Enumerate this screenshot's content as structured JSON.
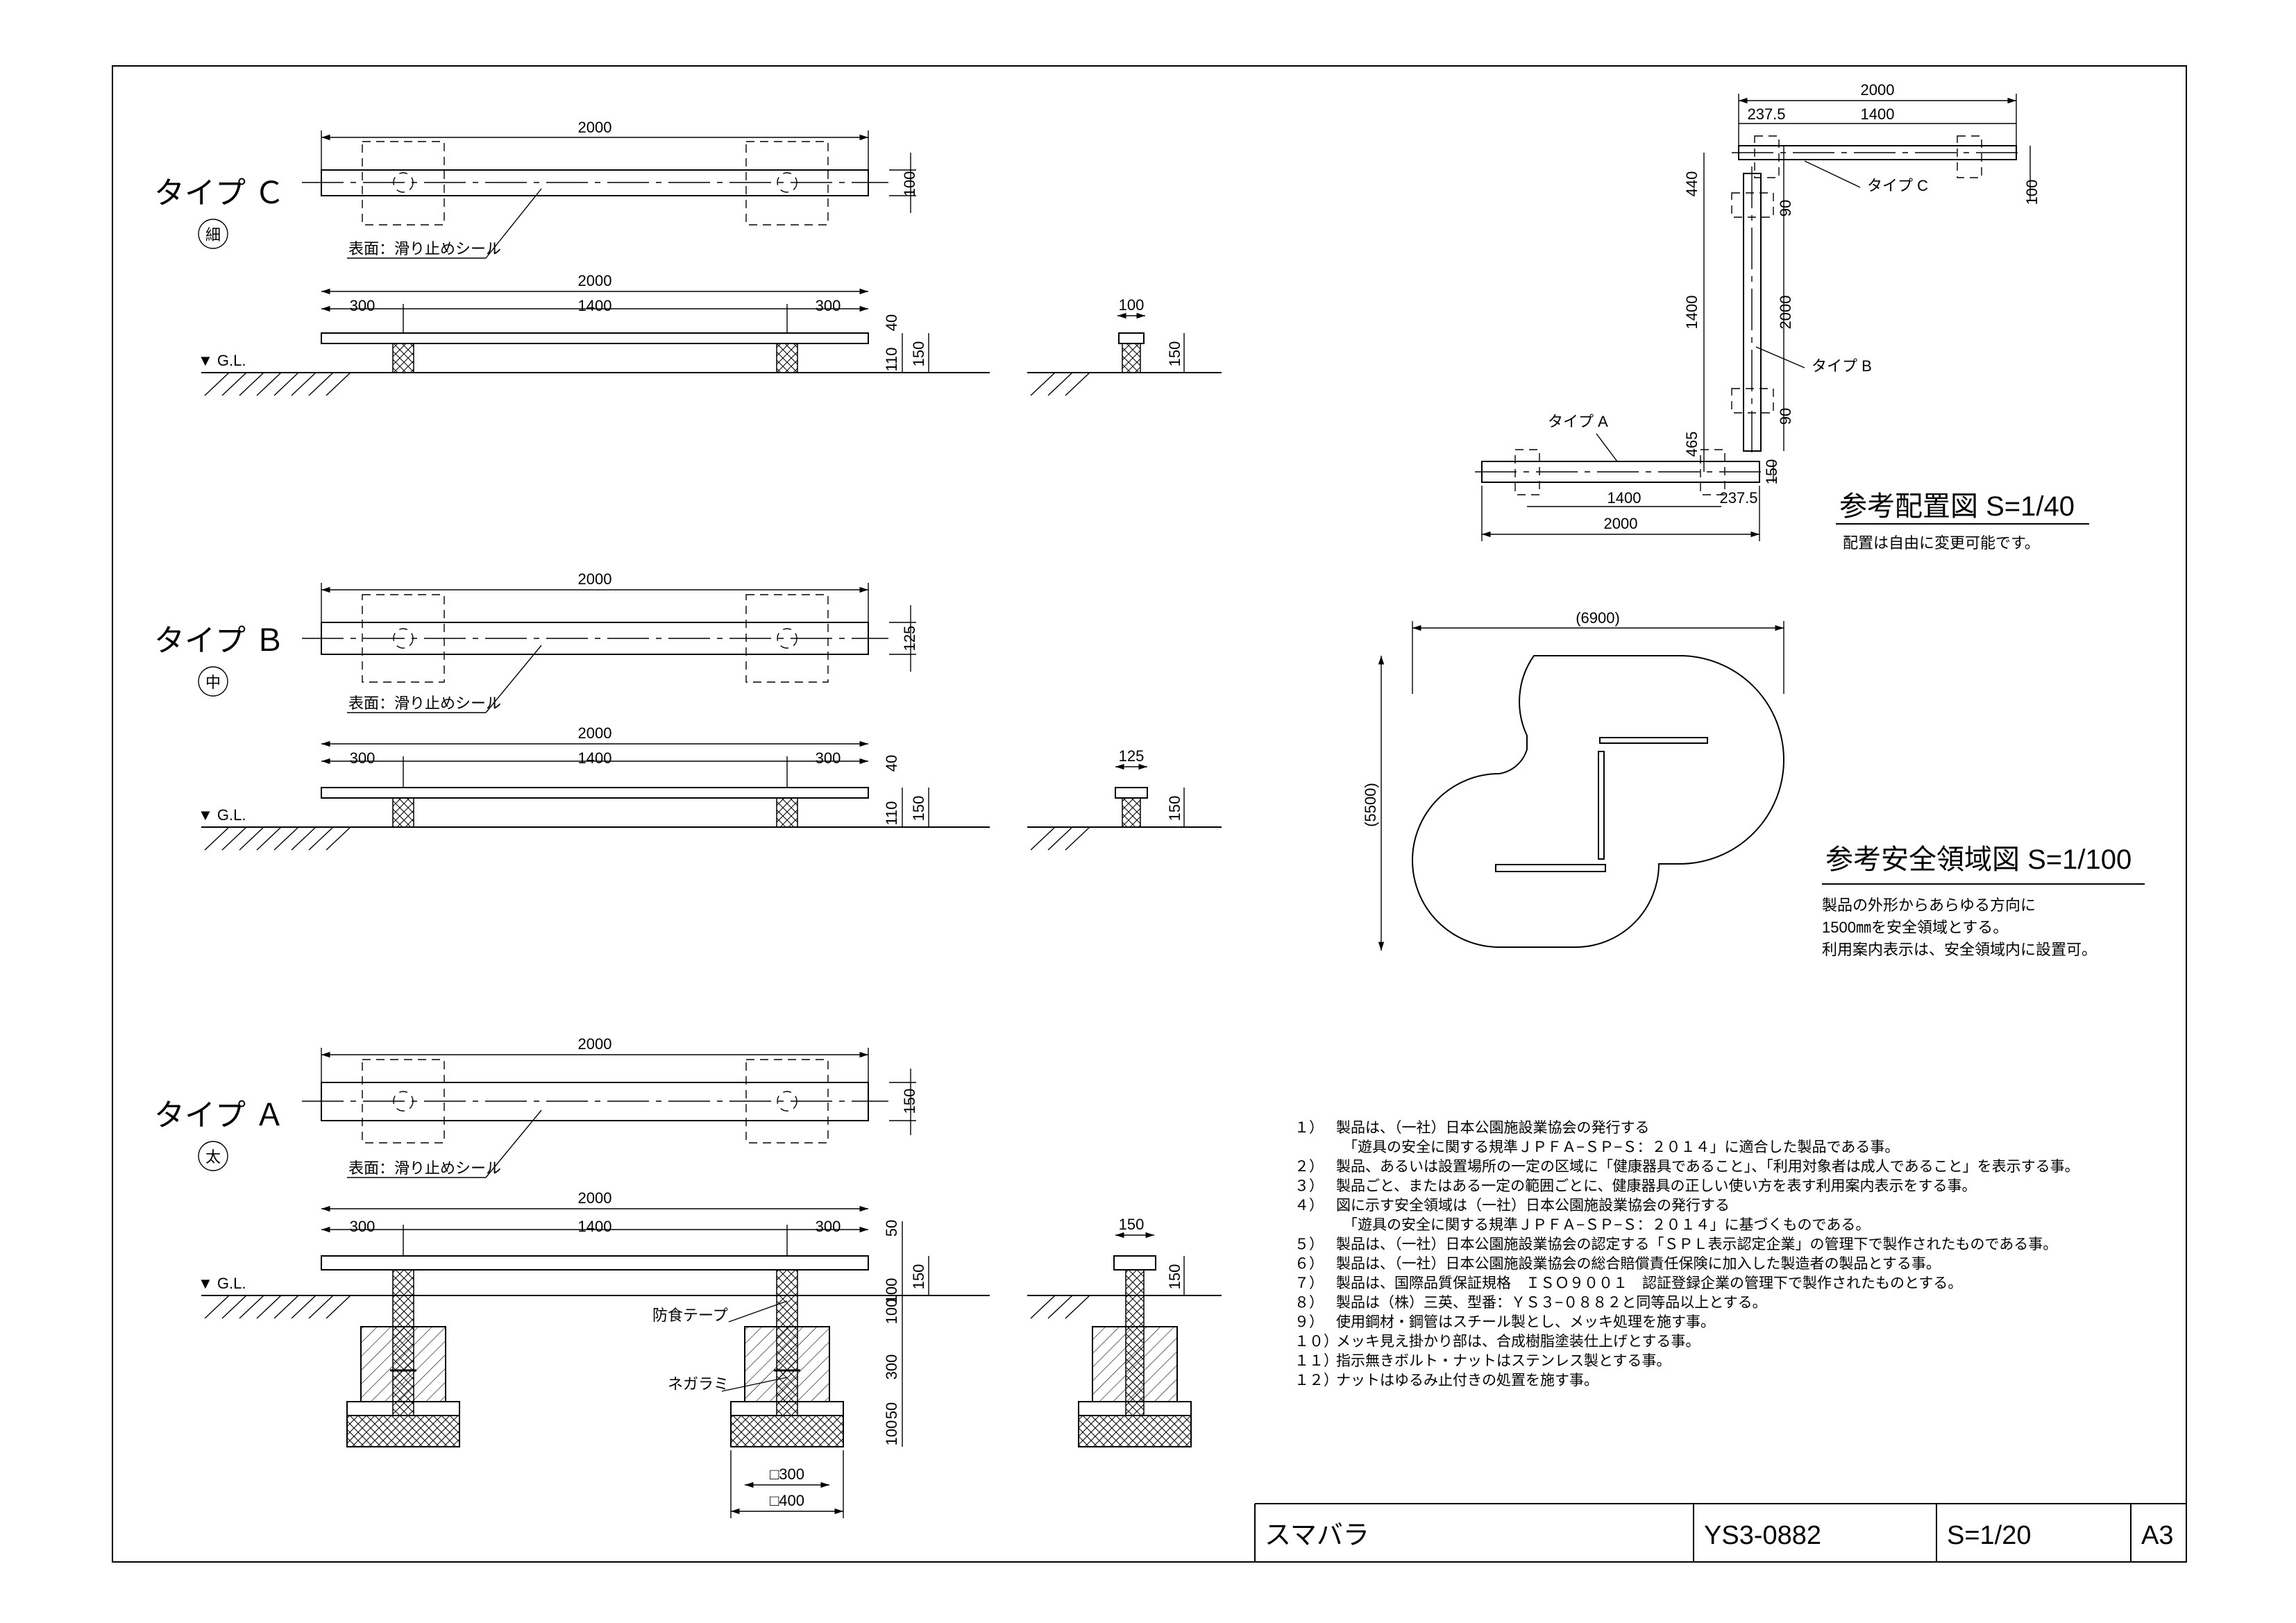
{
  "types": [
    {
      "key": "c",
      "label": "タイプ Ｃ",
      "size_mark": "細",
      "width": "100"
    },
    {
      "key": "b",
      "label": "タイプ Ｂ",
      "size_mark": "中",
      "width": "125"
    },
    {
      "key": "a",
      "label": "タイプ Ａ",
      "size_mark": "太",
      "width": "150"
    }
  ],
  "dims": {
    "overall": "2000",
    "span": "1400",
    "end": "300",
    "top_c": "40",
    "top_b": "40",
    "top_a": "50",
    "leg_c": "110",
    "leg_b": "110",
    "leg_a": "100",
    "height": "150",
    "fnd_300": "300",
    "fnd_50": "50",
    "fnd_100": "100",
    "sq300": "□300",
    "sq400": "□400"
  },
  "labels": {
    "surface": "表面：滑り止めシール",
    "gl": "▼ G.L.",
    "tape": "防食テープ",
    "negarami": "ネガラミ"
  },
  "layout_plan": {
    "title": "参考配置図 S=1/40",
    "subtitle": "配置は自由に変更可能です。",
    "d2000": "2000",
    "d1400": "1400",
    "d237": "237.5",
    "d100": "100",
    "d90": "90",
    "d440": "440",
    "d465": "465",
    "d150": "150",
    "type_c": "タイプ C",
    "type_b": "タイプ B",
    "type_a": "タイプ A"
  },
  "safety": {
    "title": "参考安全領域図 S=1/100",
    "width": "(6900)",
    "height": "(5500)",
    "lines": [
      "製品の外形からあらゆる方向に",
      "1500㎜を安全領域とする。",
      "利用案内表示は、安全領域内に設置可。"
    ]
  },
  "notes": [
    {
      "num": "１）",
      "text": "製品は、（一社）日本公園施設業協会の発行する"
    },
    {
      "num": "",
      "text": "「遊具の安全に関する規準ＪＰＦＡ−ＳＰ−Ｓ：２０１４」に適合した製品である事。"
    },
    {
      "num": "２）",
      "text": "製品、あるいは設置場所の一定の区域に「健康器具であること」、「利用対象者は成人であること」を表示する事。"
    },
    {
      "num": "３）",
      "text": "製品ごと、またはある一定の範囲ごとに、健康器具の正しい使い方を表す利用案内表示をする事。"
    },
    {
      "num": "４）",
      "text": "図に示す安全領域は（一社）日本公園施設業協会の発行する"
    },
    {
      "num": "",
      "text": "「遊具の安全に関する規準ＪＰＦＡ−ＳＰ−Ｓ：２０１４」に基づくものである。"
    },
    {
      "num": "５）",
      "text": "製品は、（一社）日本公園施設業協会の認定する「ＳＰＬ表示認定企業」の管理下で製作されたものである事。"
    },
    {
      "num": "６）",
      "text": "製品は、（一社）日本公園施設業協会の総合賠償責任保険に加入した製造者の製品とする事。"
    },
    {
      "num": "７）",
      "text": "製品は、国際品質保証規格　ＩＳＯ９００１　認証登録企業の管理下で製作されたものとする。"
    },
    {
      "num": "８）",
      "text": "製品は（株）三英、型番：ＹＳ３−０８８２と同等品以上とする。"
    },
    {
      "num": "９）",
      "text": "使用鋼材・鋼管はスチール製とし、メッキ処理を施す事。"
    },
    {
      "num": "１０）",
      "text": "メッキ見え掛かり部は、合成樹脂塗装仕上げとする事。"
    },
    {
      "num": "１１）",
      "text": "指示無きボルト・ナットはステンレス製とする事。"
    },
    {
      "num": "１２）",
      "text": "ナットはゆるみ止付きの処置を施す事。"
    }
  ],
  "title_block": {
    "name": "スマバラ",
    "model": "YS3-0882",
    "scale": "S=1/20",
    "paper": "A3"
  }
}
